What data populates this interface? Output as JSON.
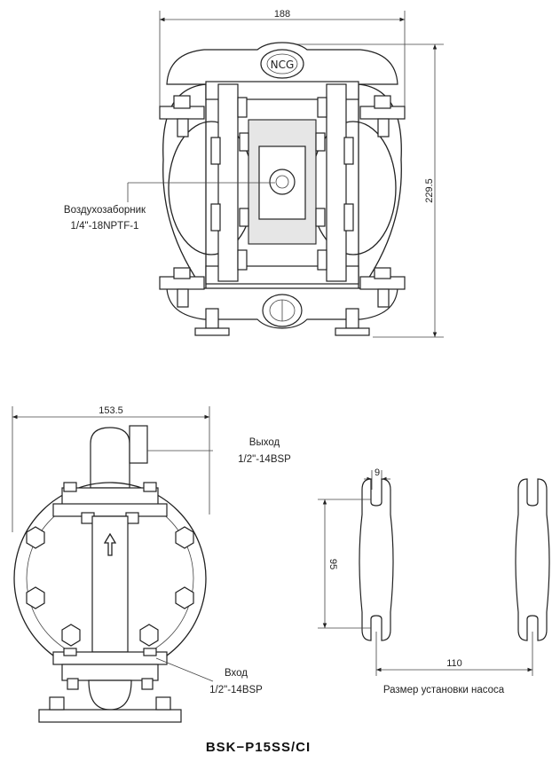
{
  "dimensions": {
    "top_width": "188",
    "top_height": "229.5",
    "side_width": "153.5",
    "slot_width": "9",
    "mount_height": "95",
    "mount_spacing": "110"
  },
  "labels": {
    "air_inlet_name": "Воздухозаборник",
    "air_inlet_thread": "1/4\"-18NPTF-1",
    "outlet_name": "Выход",
    "outlet_thread": "1/2\"-14BSP",
    "inlet_name": "Вход",
    "inlet_thread": "1/2\"-14BSP",
    "mount_caption": "Размер установки насоса",
    "model": "BSK−P15SS/CI"
  }
}
